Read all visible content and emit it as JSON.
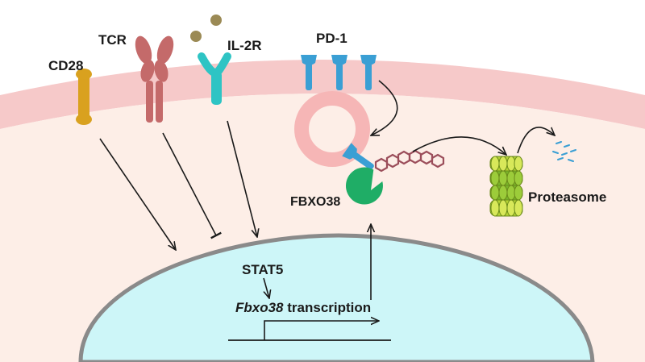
{
  "labels": {
    "cd28": "CD28",
    "tcr": "TCR",
    "il2r": "IL-2R",
    "pd1": "PD-1",
    "fbxo38": "FBXO38",
    "proteasome": "Proteasome",
    "stat5": "STAT5",
    "transcription_gene": "Fbxo38",
    "transcription_word": " transcription"
  },
  "colors": {
    "membrane": "#f6c9c9",
    "cytoplasm": "#fdeee7",
    "nucleus_fill": "#cdf6f8",
    "nucleus_edge": "#8a8a8a",
    "cd28": "#d9a11f",
    "tcr": "#c46a6a",
    "il2r": "#2ec4c4",
    "pd1": "#3a9fd4",
    "fbxo38": "#1fad66",
    "proteasome": "#8dc63f",
    "ubiquitin": "#9b4d5a",
    "il2": "#9b8a55"
  },
  "icons": [
    "cd28-receptor",
    "tcr-receptor",
    "il2r-receptor",
    "pd1-receptor",
    "endosome",
    "fbxo38-ligase",
    "ubiquitin-chain",
    "proteasome",
    "peptide-fragments",
    "il2-ligand"
  ]
}
